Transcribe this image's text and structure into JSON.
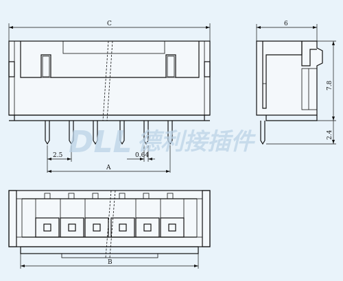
{
  "dimensions": {
    "top_width": "C",
    "side_width": "6",
    "side_height": "7.8",
    "pin_length": "2.4",
    "pitch": "2.5",
    "pin_width": "0.64",
    "pin_span": "A",
    "base_width": "B"
  },
  "watermark": {
    "latin": "DLL",
    "chinese": "德利接插件"
  }
}
